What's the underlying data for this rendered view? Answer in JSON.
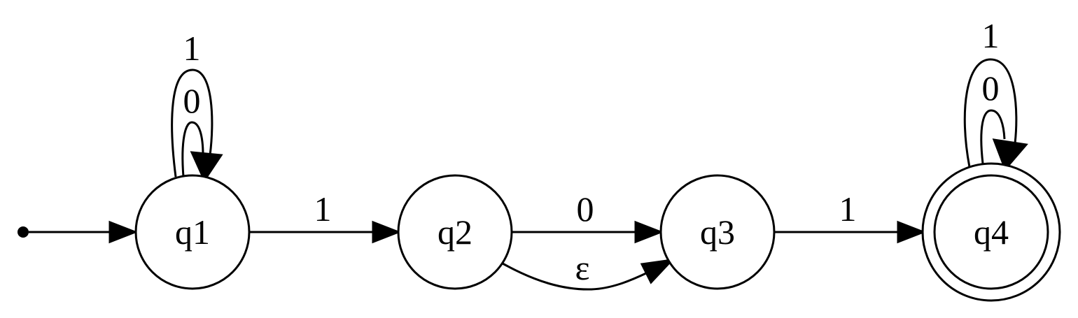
{
  "states": {
    "q1": "q1",
    "q2": "q2",
    "q3": "q3",
    "q4": "q4"
  },
  "start_state": "q1",
  "accept_states": [
    "q4"
  ],
  "transitions": [
    {
      "from": "q1",
      "to": "q1",
      "label": "0"
    },
    {
      "from": "q1",
      "to": "q1",
      "label": "1"
    },
    {
      "from": "q1",
      "to": "q2",
      "label": "1"
    },
    {
      "from": "q2",
      "to": "q3",
      "label": "0"
    },
    {
      "from": "q2",
      "to": "q3",
      "label": "ε"
    },
    {
      "from": "q3",
      "to": "q4",
      "label": "1"
    },
    {
      "from": "q4",
      "to": "q4",
      "label": "0"
    },
    {
      "from": "q4",
      "to": "q4",
      "label": "1"
    }
  ]
}
